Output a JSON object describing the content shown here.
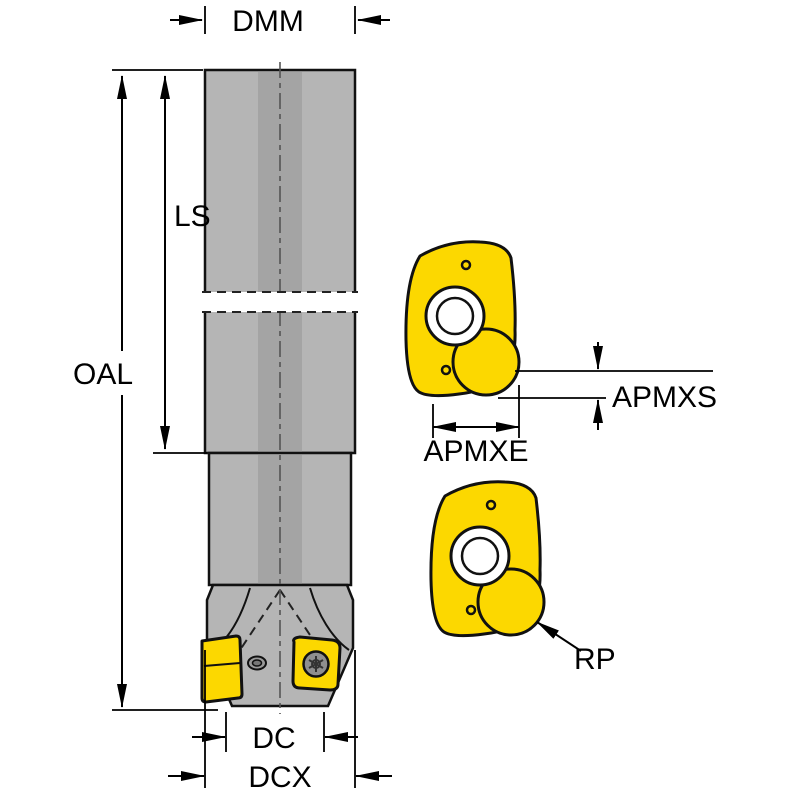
{
  "diagram": {
    "dimension_labels": {
      "dmm": "DMM",
      "ls": "LS",
      "oal": "OAL",
      "dc": "DC",
      "dcx": "DCX",
      "apmxs": "APMXS",
      "apmxe": "APMXE",
      "rp": "RP"
    },
    "colors": {
      "outline": "#111111",
      "tool_body": "#b5b5b5",
      "tool_shade": "#a4a4a4",
      "insert_yellow": "#fcd800",
      "background": "#ffffff"
    }
  }
}
